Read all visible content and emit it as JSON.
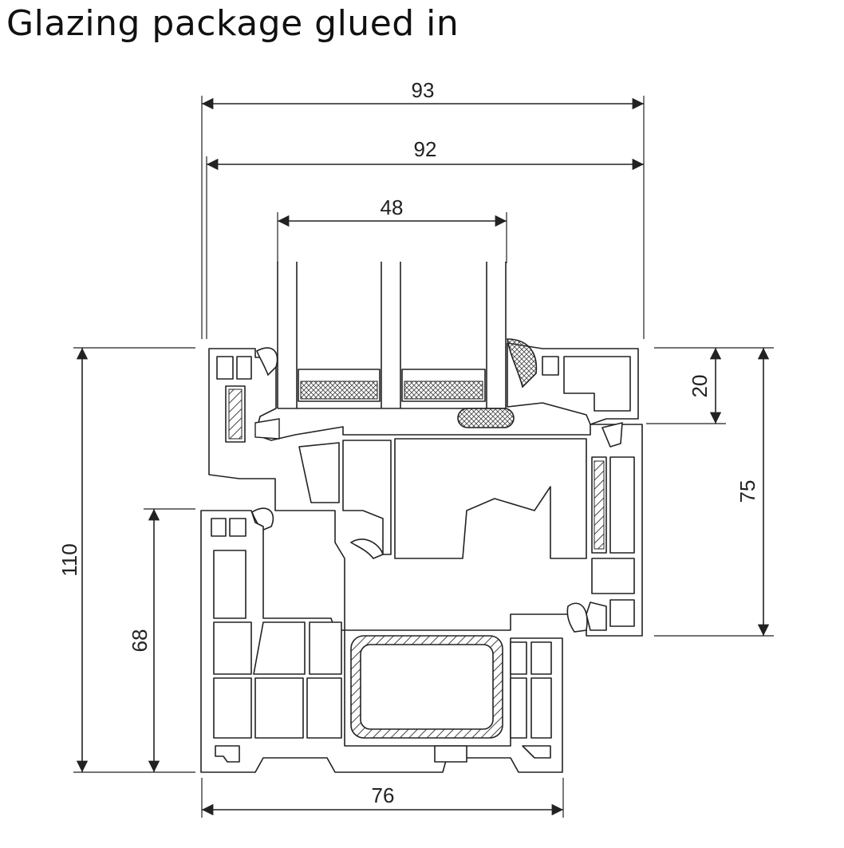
{
  "title": "Glazing package glued in",
  "dimensions": {
    "overall_width_top": "93",
    "sash_width": "92",
    "glazing_thickness": "48",
    "overall_height": "110",
    "sash_height": "75",
    "frame_height": "68",
    "glazing_bead_offset": "20",
    "frame_width": "76"
  },
  "colors": {
    "line": "#222222",
    "seal": "#555555",
    "reinforcement_hatch": "#444444"
  }
}
